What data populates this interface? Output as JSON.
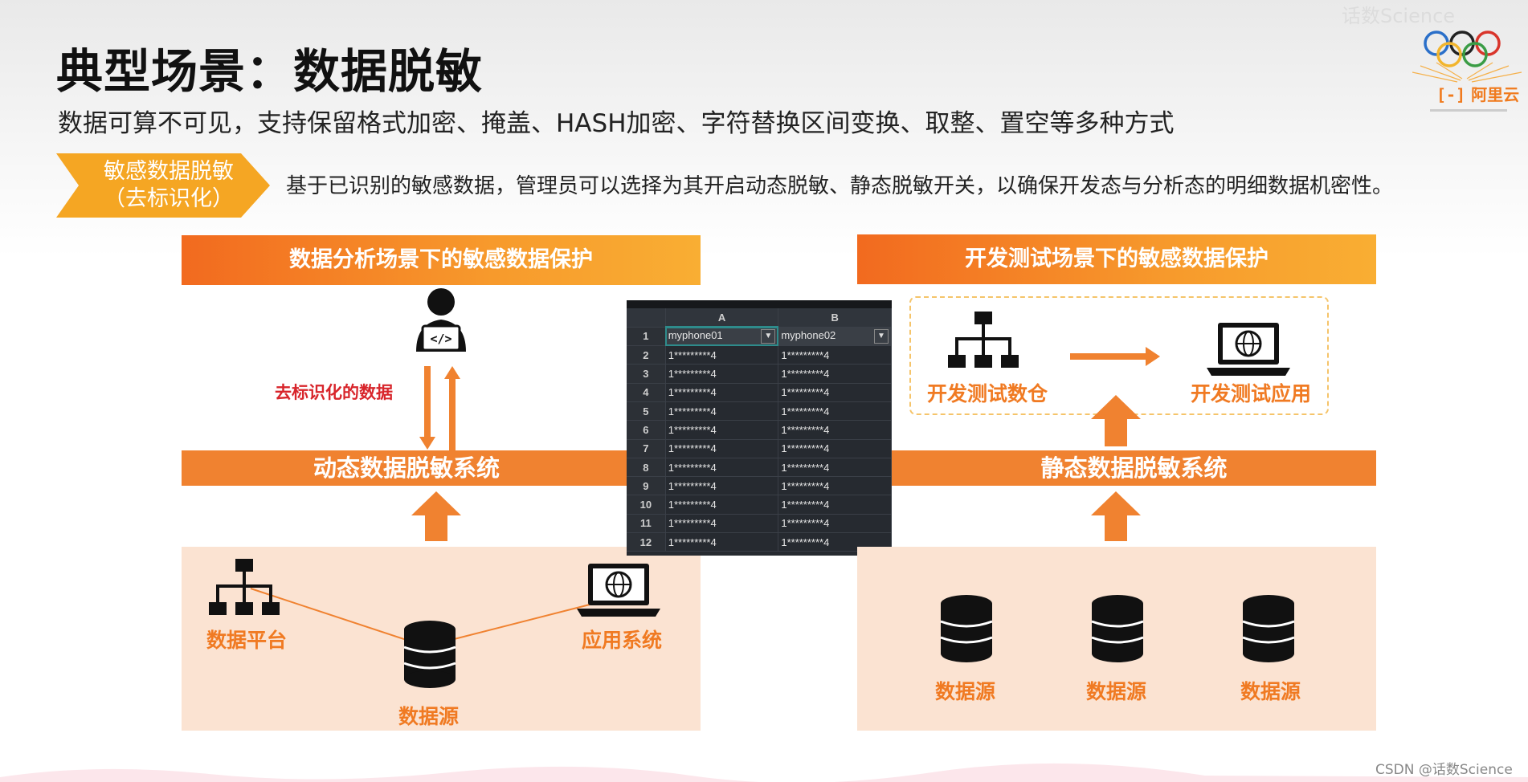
{
  "header": {
    "title": "典型场景：数据脱敏",
    "subtitle": "数据可算不可见，支持保留格式加密、掩盖、HASH加密、字符替换区间变换、取整、置空等多种方式"
  },
  "tag": {
    "line1": "敏感数据脱敏",
    "line2": "（去标识化）",
    "description": "基于已识别的敏感数据，管理员可以选择为其开启动态脱敏、静态脱敏开关，以确保开发态与分析态的明细数据机密性。"
  },
  "logo": {
    "text": "阿里云",
    "faint_text": "话数Science"
  },
  "left": {
    "header": "数据分析场景下的敏感数据保护",
    "deid_label": "去标识化的数据",
    "system": "动态数据脱敏系统",
    "platform": "数据平台",
    "source": "数据源",
    "app": "应用系统"
  },
  "right": {
    "header": "开发测试场景下的敏感数据保护",
    "warehouse": "开发测试数仓",
    "app": "开发测试应用",
    "system": "静态数据脱敏系统",
    "sources": [
      "数据源",
      "数据源",
      "数据源"
    ]
  },
  "sheet": {
    "columns": [
      "A",
      "B"
    ],
    "header_row": [
      "myphone01",
      "myphone02"
    ],
    "dropdown_icon": "▼",
    "rows": [
      {
        "n": "1",
        "a": "myphone01",
        "b": "myphone02"
      },
      {
        "n": "2",
        "a": "1*********4",
        "b": "1*********4"
      },
      {
        "n": "3",
        "a": "1*********4",
        "b": "1*********4"
      },
      {
        "n": "4",
        "a": "1*********4",
        "b": "1*********4"
      },
      {
        "n": "5",
        "a": "1*********4",
        "b": "1*********4"
      },
      {
        "n": "6",
        "a": "1*********4",
        "b": "1*********4"
      },
      {
        "n": "7",
        "a": "1*********4",
        "b": "1*********4"
      },
      {
        "n": "8",
        "a": "1*********4",
        "b": "1*********4"
      },
      {
        "n": "9",
        "a": "1*********4",
        "b": "1*********4"
      },
      {
        "n": "10",
        "a": "1*********4",
        "b": "1*********4"
      },
      {
        "n": "11",
        "a": "1*********4",
        "b": "1*********4"
      },
      {
        "n": "12",
        "a": "1*********4",
        "b": "1*********4"
      }
    ]
  },
  "watermark": "CSDN @话数Science",
  "colors": {
    "orange": "#f08230",
    "panel": "#fbe3d2",
    "red": "#d8252b"
  }
}
